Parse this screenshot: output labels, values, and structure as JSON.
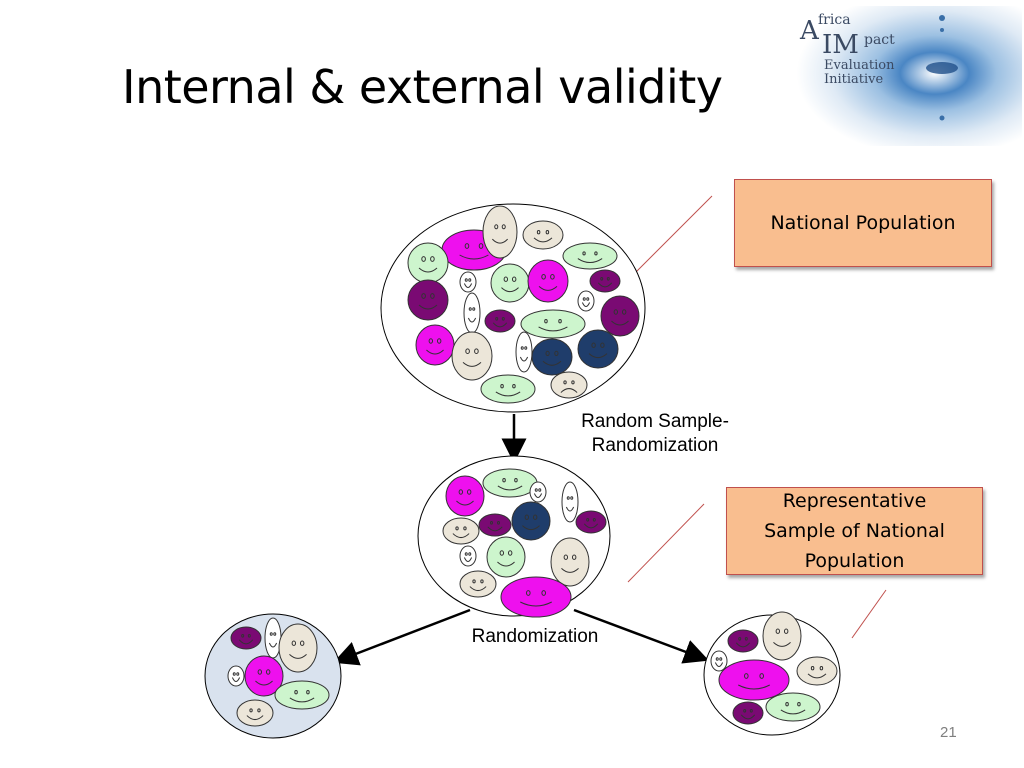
{
  "slide": {
    "title": "Internal & external validity",
    "page_number": "21"
  },
  "logo": {
    "line_a": "A",
    "line_frica": "frica",
    "line_im": "IM",
    "line_pact": "pact",
    "line_evaluation": "Evaluation",
    "line_initiative": "Initiative"
  },
  "callouts": {
    "national_population": "National Population",
    "representative_line1": "Representative",
    "representative_line2": "Sample of National",
    "representative_line3": "Population"
  },
  "labels": {
    "random_sample_line1": "Random Sample-",
    "random_sample_line2": "Randomization",
    "randomization": "Randomization"
  },
  "colors": {
    "magenta": "#ee10ee",
    "purple": "#7a0a73",
    "navy": "#1f3d6b",
    "mint": "#cdf5cd",
    "beige": "#ece6d9",
    "white": "#ffffff",
    "control_group_fill": "#d9e2ee",
    "callout_fill": "#f9be8f",
    "callout_border": "#c0504d"
  }
}
